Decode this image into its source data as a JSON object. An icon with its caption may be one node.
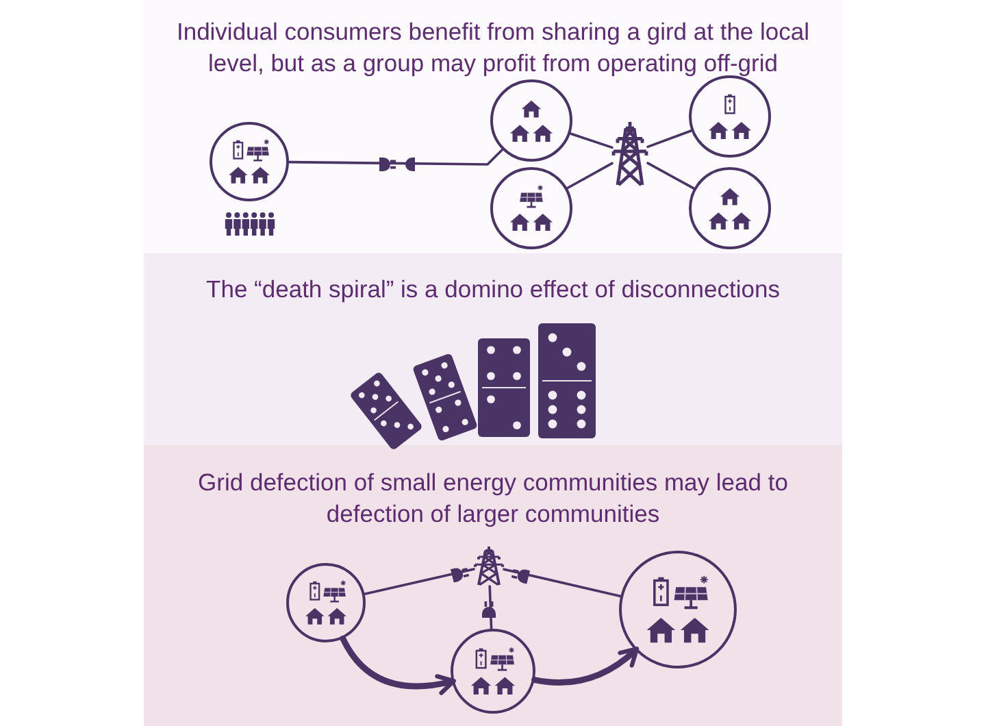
{
  "diagram": {
    "nodes": [
      {
        "text": [
          "Individual consumers benefit from sharing a gird at the local level, but as a group may profit from operating off-grid"
        ]
      },
      {
        "text": [],
        "shape": "circle",
        "in": 0
      },
      {
        "text": [],
        "shape": "circle",
        "in": 0
      },
      {
        "text": [],
        "shape": "circle",
        "in": 0
      },
      {
        "text": [],
        "shape": "picture",
        "in": 0
      },
      {
        "text": [],
        "shape": "circle",
        "in": 0
      },
      {
        "text": [],
        "shape": "circle",
        "in": 0
      },
      {
        "text": [
          "The “death spiral” is a domino effect of disconnections"
        ]
      },
      {
        "text": [
          "Grid defection of small energy communities may lead to defection of larger communities"
        ]
      },
      {
        "text": [],
        "shape": "circle",
        "in": 8
      },
      {
        "text": [],
        "shape": "picture",
        "in": 8
      },
      {
        "text": [],
        "shape": "circle",
        "in": 8
      },
      {
        "text": [],
        "shape": "circle",
        "in": 8
      }
    ],
    "edges": [
      {
        "from": 1,
        "to": 2,
        "arrow": "none"
      },
      {
        "from": 2,
        "to": 4,
        "arrow": "none"
      },
      {
        "from": 3,
        "to": 4,
        "arrow": "none"
      },
      {
        "from": 4,
        "to": 5,
        "arrow": "none"
      },
      {
        "from": 4,
        "to": 6,
        "arrow": "none"
      },
      {
        "from": 9,
        "to": 10,
        "arrow": "none"
      },
      {
        "from": 11,
        "to": 10,
        "arrow": "none"
      },
      {
        "from": 12,
        "to": 10,
        "arrow": "none"
      },
      {
        "from": 9,
        "to": 11,
        "arrow": "to",
        "style": "thick"
      },
      {
        "from": 11,
        "to": 12,
        "arrow": "to",
        "style": "thick"
      }
    ]
  }
}
